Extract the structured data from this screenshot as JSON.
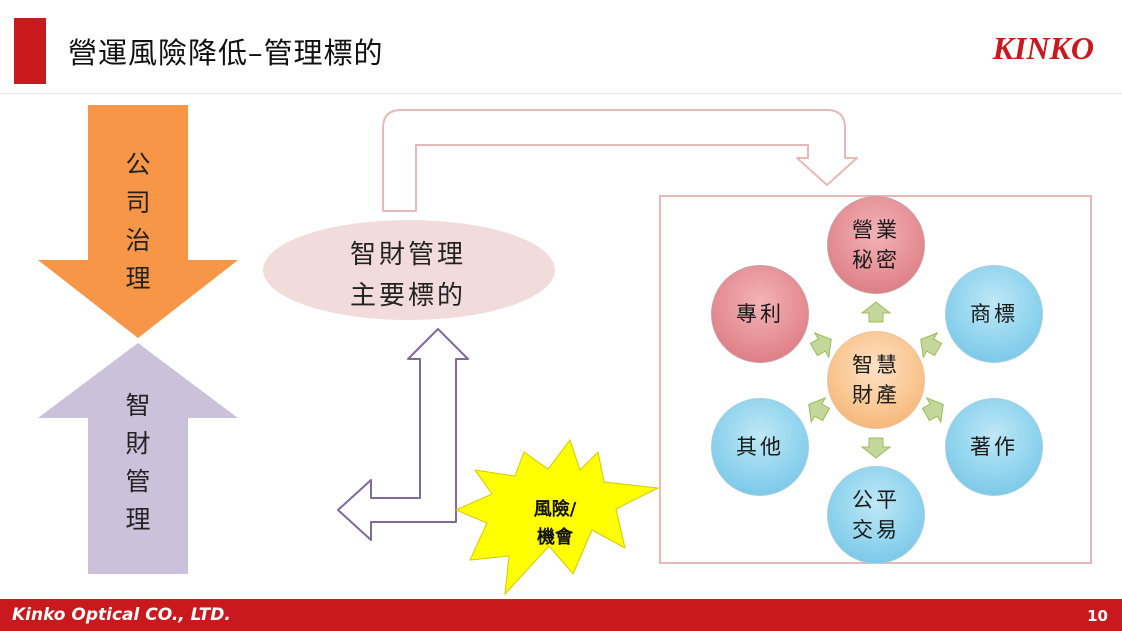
{
  "slide": {
    "title": "營運風險降低–管理標的",
    "brand": "KINKO",
    "page_number": "10",
    "company": "Kinko Optical CO., LTD."
  },
  "left_arrows": {
    "top": [
      "公",
      "司",
      "治",
      "理"
    ],
    "bottom": [
      "智",
      "財",
      "管",
      "理"
    ]
  },
  "center": {
    "ellipse_lines": [
      "智財管理",
      "主要標的"
    ],
    "starburst_lines": [
      "風險/",
      "機會"
    ]
  },
  "ip_cycle": {
    "center_lines": [
      "智慧",
      "財產"
    ],
    "trade_secret": [
      "營業",
      "秘密"
    ],
    "trademark": [
      "商標"
    ],
    "copyright": [
      "著作"
    ],
    "fair_trade": [
      "公平",
      "交易"
    ],
    "other": [
      "其他"
    ],
    "patent": [
      "專利"
    ]
  },
  "colors": {
    "accent_red": "#c8191e",
    "orange_arrow": "#f79646",
    "lavender_arrow": "#ccc1da",
    "ellipse_fill": "#f2dcdb",
    "hollow_arrow_pink": "#e6b9b8",
    "hollow_arrow_purple": "#7f6a9b",
    "starburst": "#ffff00",
    "circle_red": "#e58f95",
    "circle_blue": "#8fd3ee",
    "circle_orange": "#f9c690",
    "small_arrow_green": "#c4d79b"
  }
}
